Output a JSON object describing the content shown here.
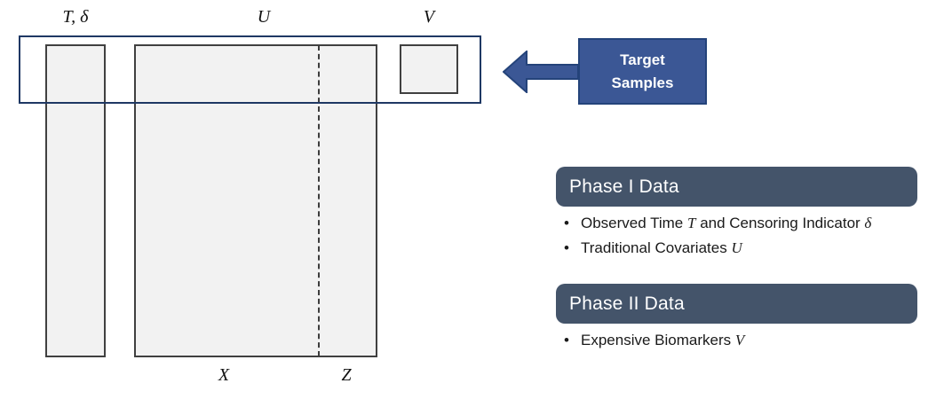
{
  "colors": {
    "outline_navy": "#1F3864",
    "callout_blue_fill": "#3B5795",
    "callout_blue_border": "#24437A",
    "phase_header_slate": "#44546A",
    "matrix_fill": "#F2F2F2",
    "matrix_border": "#404040",
    "text_dark": "#1A1A1A",
    "text_white": "#FFFFFF"
  },
  "matrix": {
    "top_labels": {
      "td": "T, δ",
      "u": "U",
      "v": "V"
    },
    "bottom_labels": {
      "x": "X",
      "z": "Z"
    }
  },
  "target": {
    "line1": "Target",
    "line2": "Samples"
  },
  "phase1": {
    "title": "Phase I Data",
    "bullets": [
      {
        "pre": "Observed Time ",
        "var1": "T",
        "mid": " and Censoring Indicator ",
        "var2": "δ"
      },
      {
        "pre": "Traditional Covariates ",
        "var1": "U",
        "mid": "",
        "var2": ""
      }
    ]
  },
  "phase2": {
    "title": "Phase II Data",
    "bullets": [
      {
        "pre": "Expensive Biomarkers ",
        "var1": "V",
        "mid": "",
        "var2": ""
      }
    ]
  }
}
